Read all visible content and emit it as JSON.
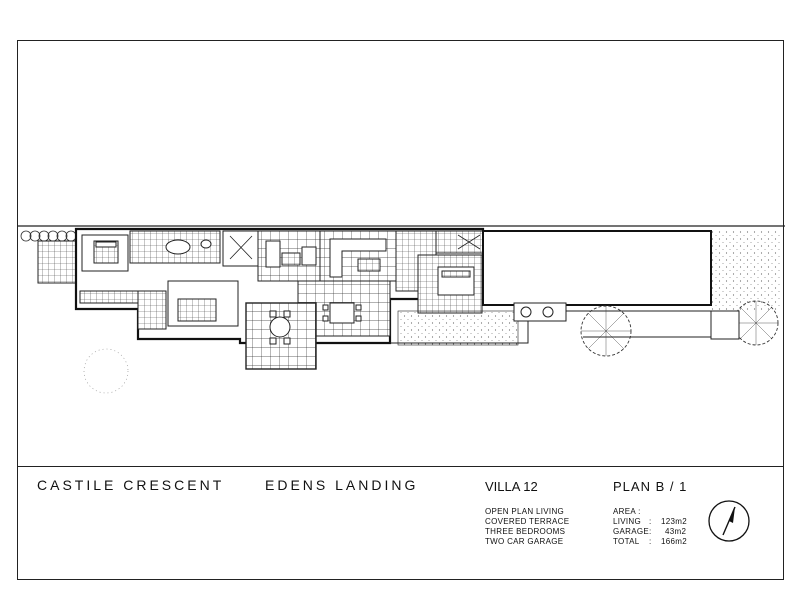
{
  "title_block": {
    "street": "CASTILE CRESCENT",
    "estate": "EDENS LANDING",
    "villa": "VILLA 12",
    "plan": "PLAN B / 1",
    "features": [
      "OPEN PLAN LIVING",
      "COVERED TERRACE",
      "THREE BEDROOMS",
      "TWO CAR GARAGE"
    ],
    "area": {
      "heading": "AREA :",
      "rows": [
        {
          "label": "LIVING",
          "sep": ":",
          "value": "123m2"
        },
        {
          "label": "GARAGE",
          "sep": ":",
          "value": "43m2"
        },
        {
          "label": "TOTAL",
          "sep": ":",
          "value": "166m2"
        }
      ]
    }
  },
  "icons": [
    "north-arrow-icon",
    "tree-icon",
    "bed-icon",
    "sofa-icon",
    "dining-table-icon",
    "car-icon"
  ]
}
